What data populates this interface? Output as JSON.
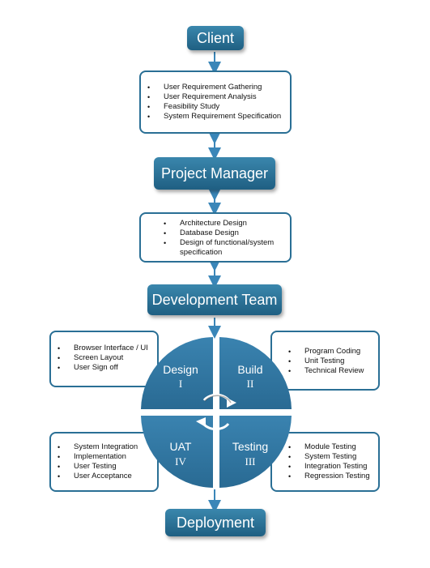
{
  "nodes": {
    "client": "Client",
    "project_manager": "Project Manager",
    "development_team": "Development Team",
    "deployment": "Deployment"
  },
  "client_tasks": [
    "User Requirement Gathering",
    "User Requirement Analysis",
    "Feasibility Study",
    "System Requirement Specification"
  ],
  "pm_tasks": [
    "Architecture Design",
    "Database Design",
    "Design of functional/system specification"
  ],
  "cycle": {
    "design": {
      "label": "Design",
      "numeral": "I",
      "items": [
        "Browser Interface / UI",
        "Screen Layout",
        "User Sign off"
      ]
    },
    "build": {
      "label": "Build",
      "numeral": "II",
      "items": [
        "Program Coding",
        "Unit Testing",
        "Technical Review"
      ]
    },
    "testing": {
      "label": "Testing",
      "numeral": "III",
      "items": [
        "Module Testing",
        "System Testing",
        "Integration Testing",
        "Regression Testing"
      ]
    },
    "uat": {
      "label": "UAT",
      "numeral": "IV",
      "items": [
        "System Integration",
        "Implementation",
        "User Testing",
        "User Acceptance"
      ]
    }
  },
  "colors": {
    "node_fill": "#2b6f95",
    "quadrant_fill": "#2f73a0",
    "border": "#2a6f95",
    "arrow": "#3a86b8"
  }
}
